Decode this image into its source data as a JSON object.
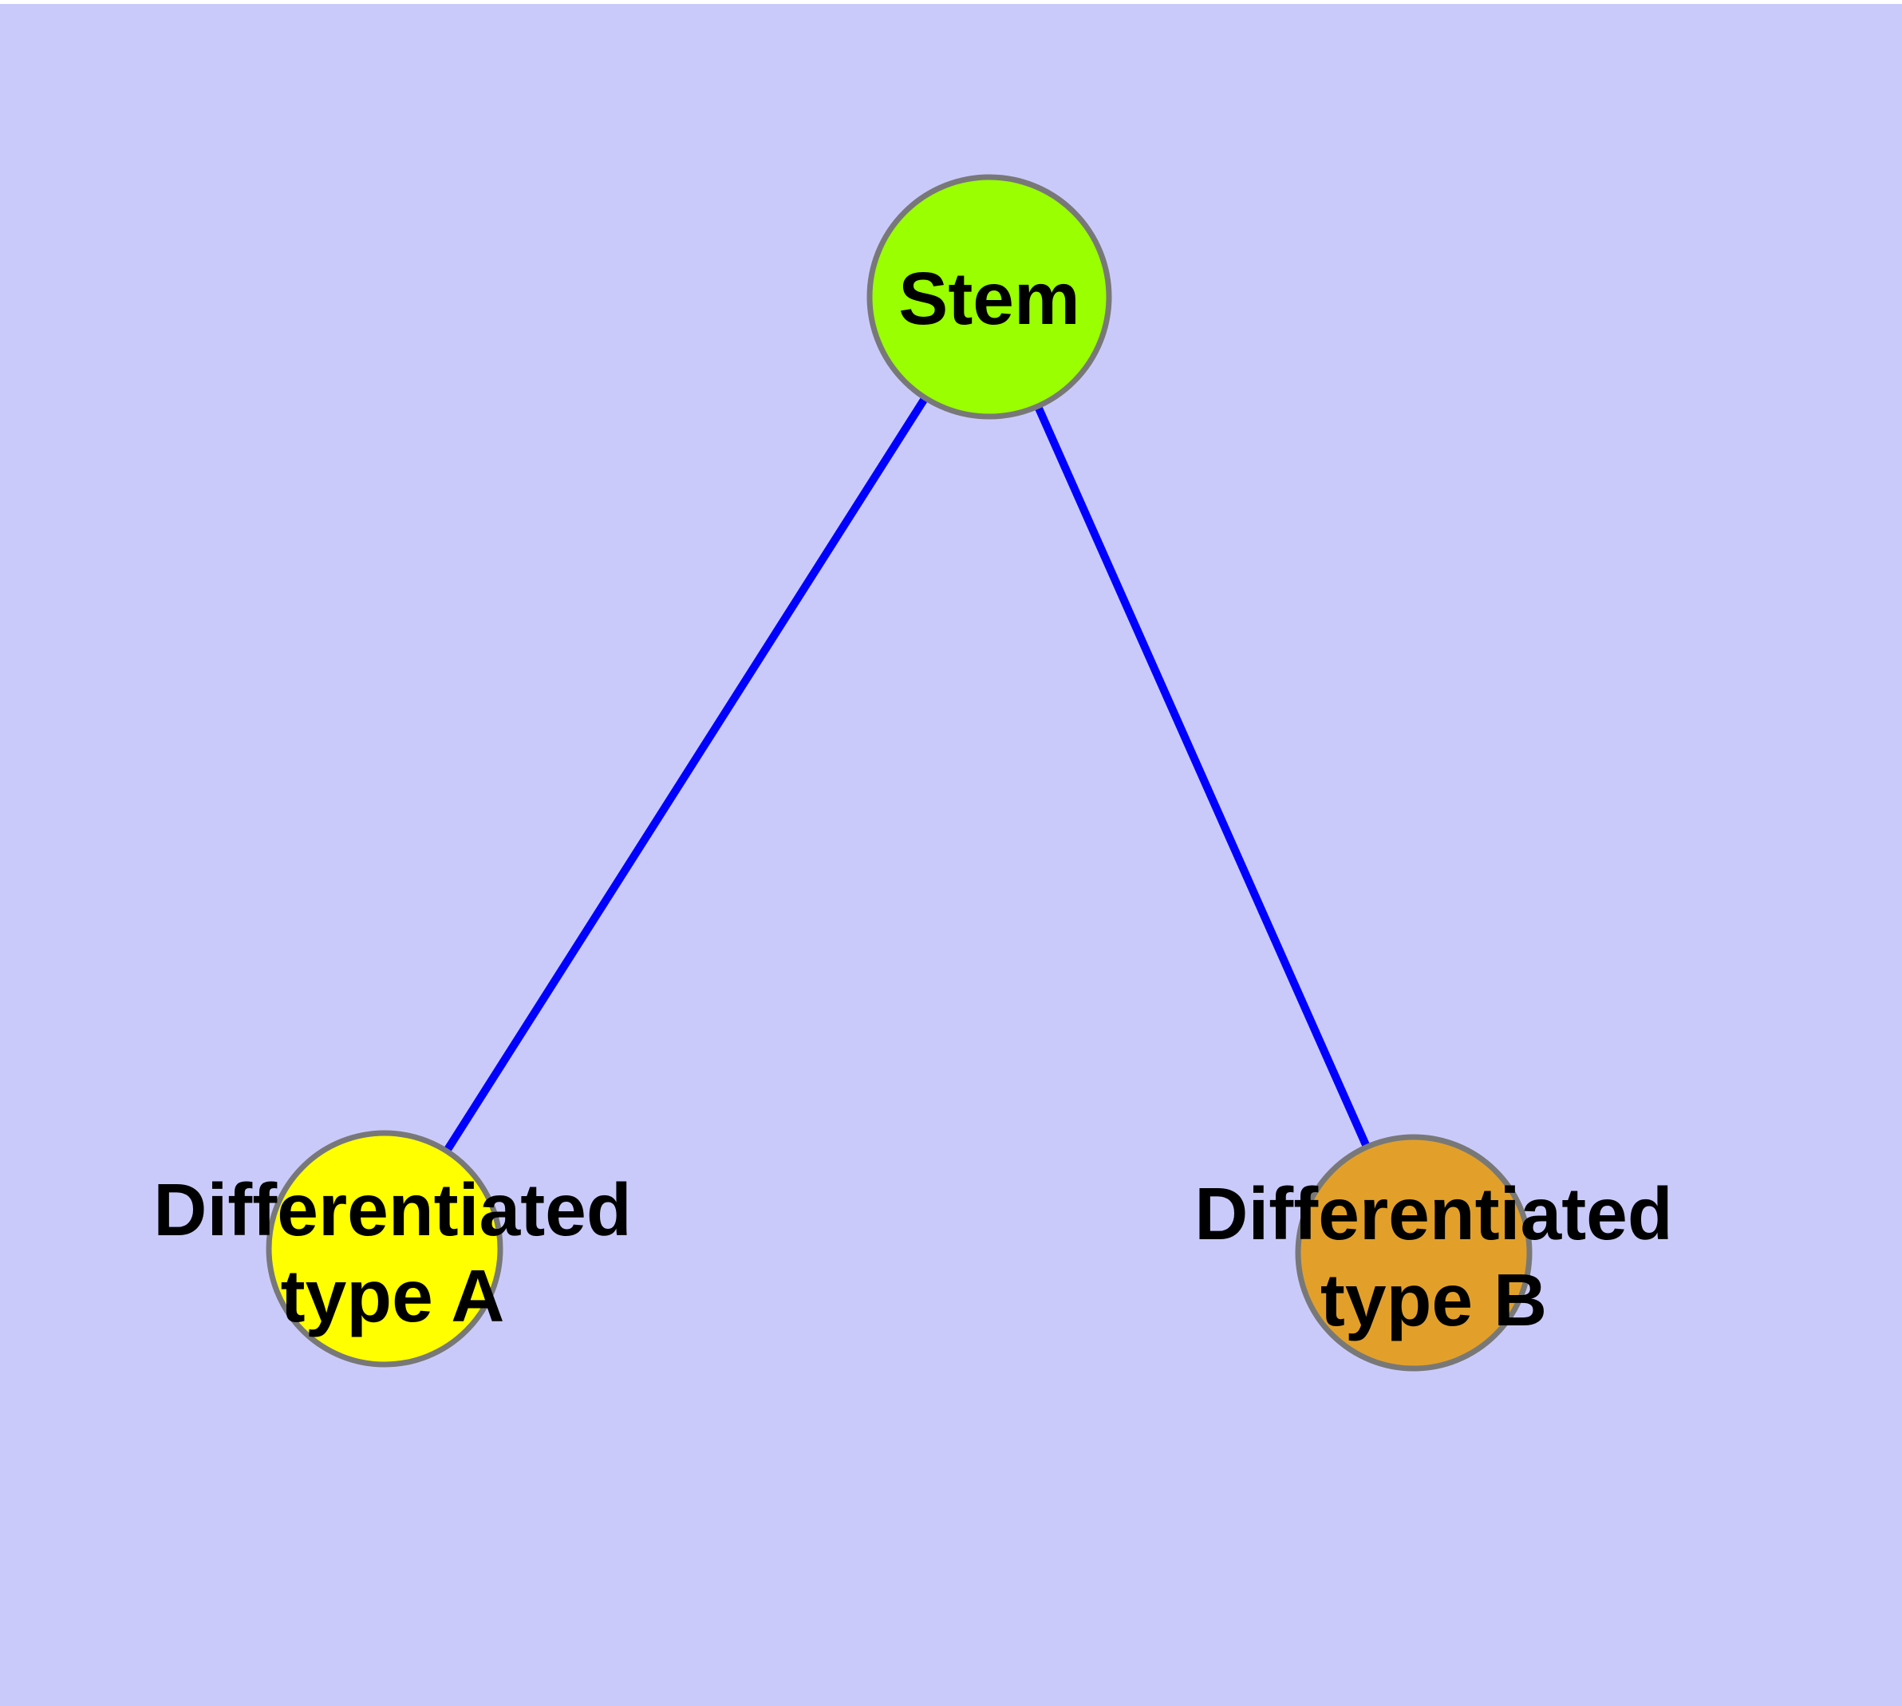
{
  "diagram": {
    "title": "",
    "background_color": "#CACAFA",
    "top_margin_color": "#FFFFFF",
    "edge_color": "#0000FF",
    "node_border_color": "#787878",
    "label_color": "#000000",
    "nodes": [
      {
        "id": "stem",
        "label": "Stem",
        "fill": "#9AFF00"
      },
      {
        "id": "type-a",
        "label_line1": "Differentiated",
        "label_line2": "type A",
        "fill": "#FFFF00"
      },
      {
        "id": "type-b",
        "label_line1": "Differentiated",
        "label_line2": "type B",
        "fill": "#E2A02A"
      }
    ],
    "edges": [
      {
        "from": "Stem",
        "to": "Differentiated type A"
      },
      {
        "from": "Stem",
        "to": "Differentiated type B"
      }
    ]
  }
}
